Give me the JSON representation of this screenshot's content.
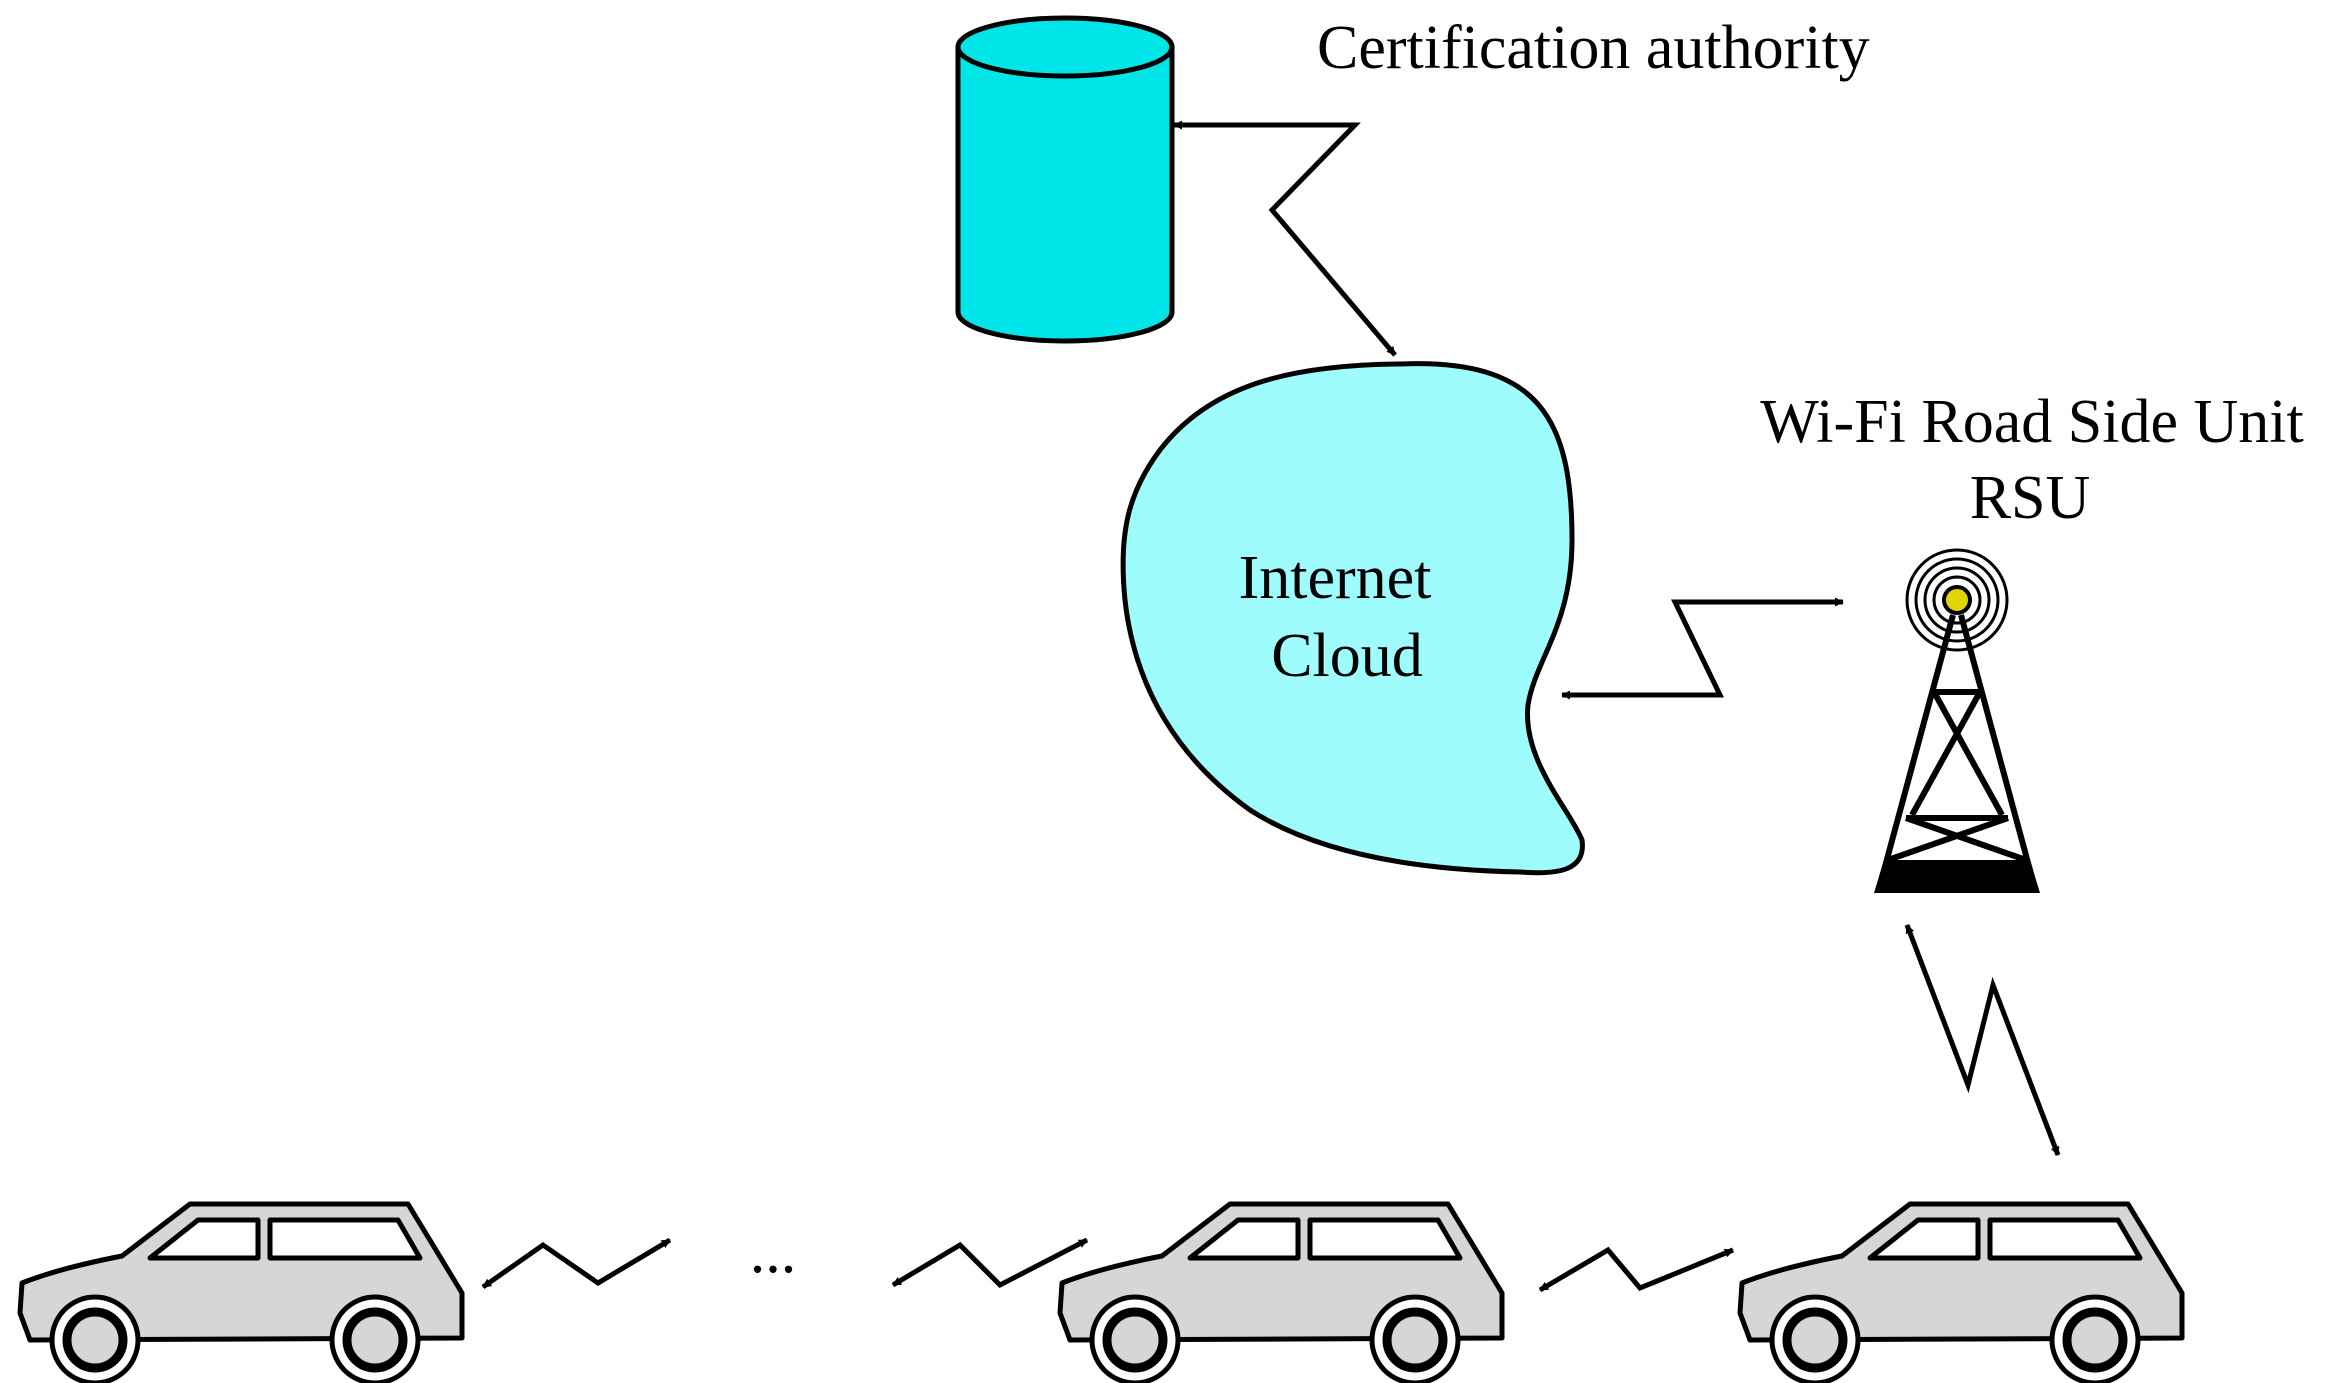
{
  "labels": {
    "certification_authority": "Certification authority",
    "internet_cloud_line1": "Internet",
    "internet_cloud_line2": "Cloud",
    "rsu_line1": "Wi-Fi Road Side Unit",
    "rsu_line2": "RSU",
    "ellipsis": "..."
  },
  "colors": {
    "database_fill": "#00e5e8",
    "cloud_fill": "#9ffcfc",
    "car_fill": "#d6d6d6",
    "antenna_tip": "#e2d400",
    "outline": "#000000",
    "background": "#ffffff"
  },
  "icons": [
    "database-icon",
    "cloud-icon",
    "radio-tower-icon",
    "car-icon",
    "wireless-link-icon"
  ]
}
